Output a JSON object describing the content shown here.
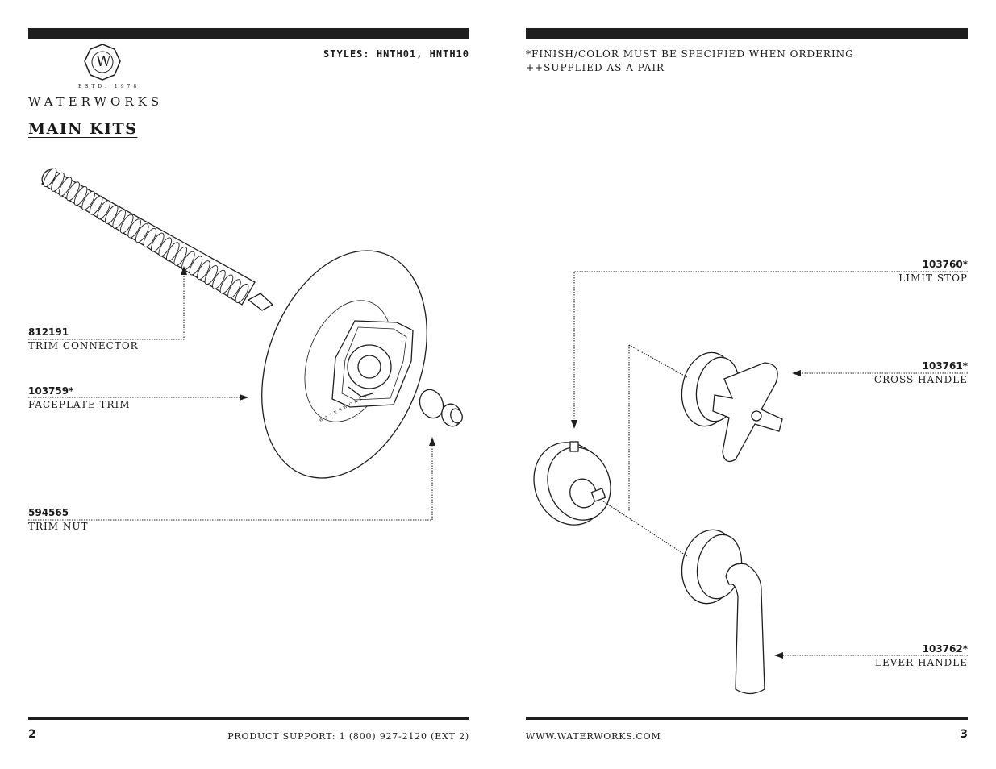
{
  "header": {
    "styles": "STYLES: HNTH01, HNTH10",
    "notes": [
      "*FINISH/COLOR MUST BE SPECIFIED WHEN ORDERING",
      "++SUPPLIED AS A PAIR"
    ]
  },
  "brand": {
    "name": "WATERWORKS",
    "established": "ESTD. 1978",
    "monogram": "W"
  },
  "section_title": "MAIN KITS",
  "parts_left": [
    {
      "number": "812191",
      "label": "TRIM CONNECTOR"
    },
    {
      "number": "103759*",
      "label": "FACEPLATE TRIM"
    },
    {
      "number": "594565",
      "label": "TRIM NUT"
    }
  ],
  "parts_right": [
    {
      "number": "103760*",
      "label": "LIMIT STOP"
    },
    {
      "number": "103761*",
      "label": "CROSS HANDLE"
    },
    {
      "number": "103762*",
      "label": "LEVER HANDLE"
    }
  ],
  "faceplate_text": "WATERWORKS",
  "footer": {
    "left_page": "2",
    "support": "PRODUCT SUPPORT: 1 (800) 927-2120 (EXT 2)",
    "website": "WWW.WATERWORKS.COM",
    "right_page": "3"
  }
}
